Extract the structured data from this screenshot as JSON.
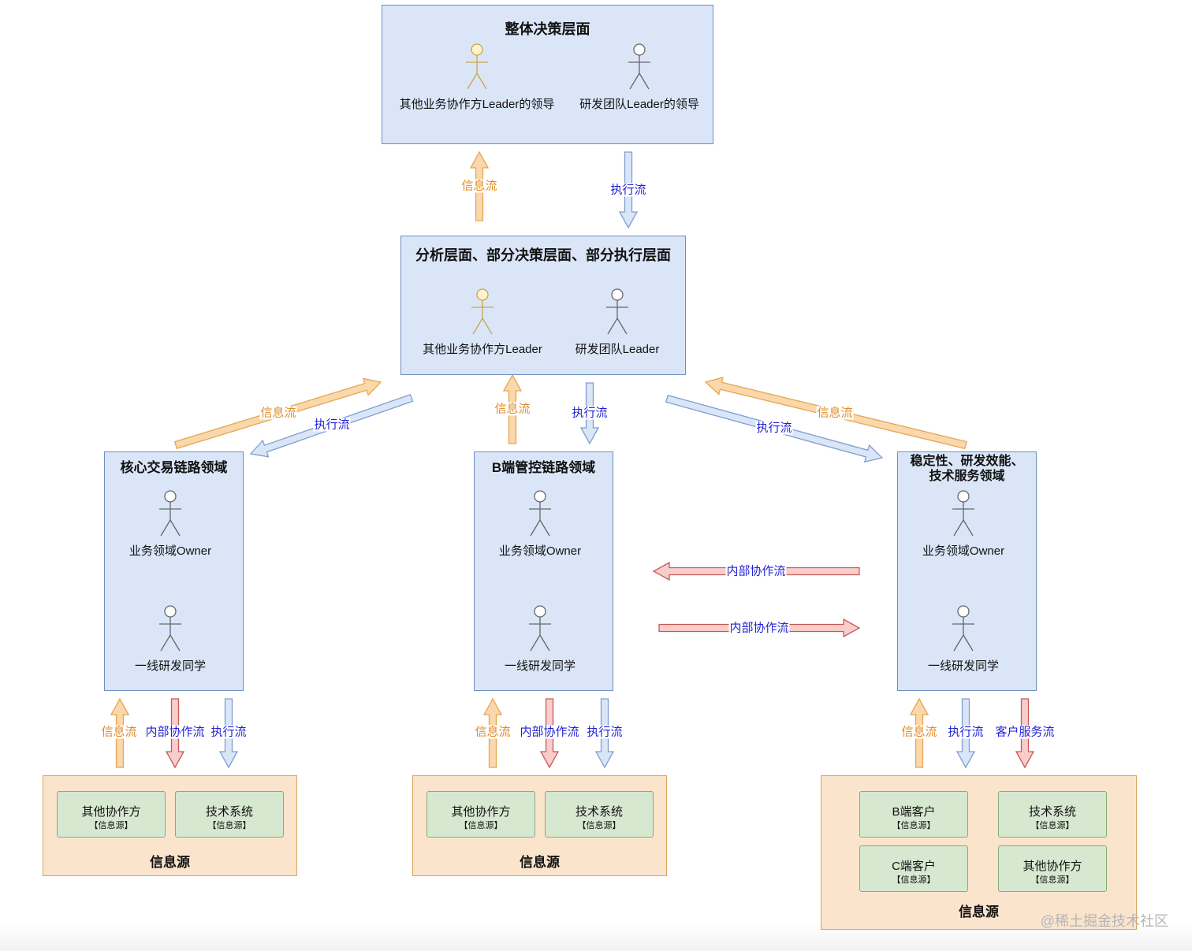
{
  "top": {
    "title": "整体决策层面",
    "actor1": "其他业务协作方Leader的领导",
    "actor2": "研发团队Leader的领导"
  },
  "middle": {
    "title": "分析层面、部分决策层面、部分执行层面",
    "actor1": "其他业务协作方Leader",
    "actor2": "研发团队Leader"
  },
  "domains": [
    {
      "title": "核心交易链路领域",
      "owner": "业务领域Owner",
      "dev": "一线研发同学"
    },
    {
      "title": "B端管控链路领域",
      "owner": "业务领域Owner",
      "dev": "一线研发同学"
    },
    {
      "title": "稳定性、研发效能、\n技术服务领域",
      "owner": "业务领域Owner",
      "dev": "一线研发同学"
    }
  ],
  "sources": [
    {
      "title": "信息源",
      "items": [
        {
          "name": "其他协作方",
          "tag": "【信息源】"
        },
        {
          "name": "技术系统",
          "tag": "【信息源】"
        }
      ]
    },
    {
      "title": "信息源",
      "items": [
        {
          "name": "其他协作方",
          "tag": "【信息源】"
        },
        {
          "name": "技术系统",
          "tag": "【信息源】"
        }
      ]
    },
    {
      "title": "信息源",
      "items": [
        {
          "name": "B端客户",
          "tag": "【信息源】"
        },
        {
          "name": "技术系统",
          "tag": "【信息源】"
        },
        {
          "name": "C端客户",
          "tag": "【信息源】"
        },
        {
          "name": "其他协作方",
          "tag": "【信息源】"
        }
      ]
    }
  ],
  "flows": {
    "info": "信息流",
    "exec": "执行流",
    "coop": "内部协作流",
    "cust": "客户服务流"
  },
  "colors": {
    "info_arrow": "#fad7ac",
    "exec_arrow": "#dae6f8",
    "coop_arrow": "#f8cecc",
    "info_text": "#e08a22",
    "exec_text": "#1f1fd6"
  },
  "watermark": "@稀土掘金技术社区"
}
